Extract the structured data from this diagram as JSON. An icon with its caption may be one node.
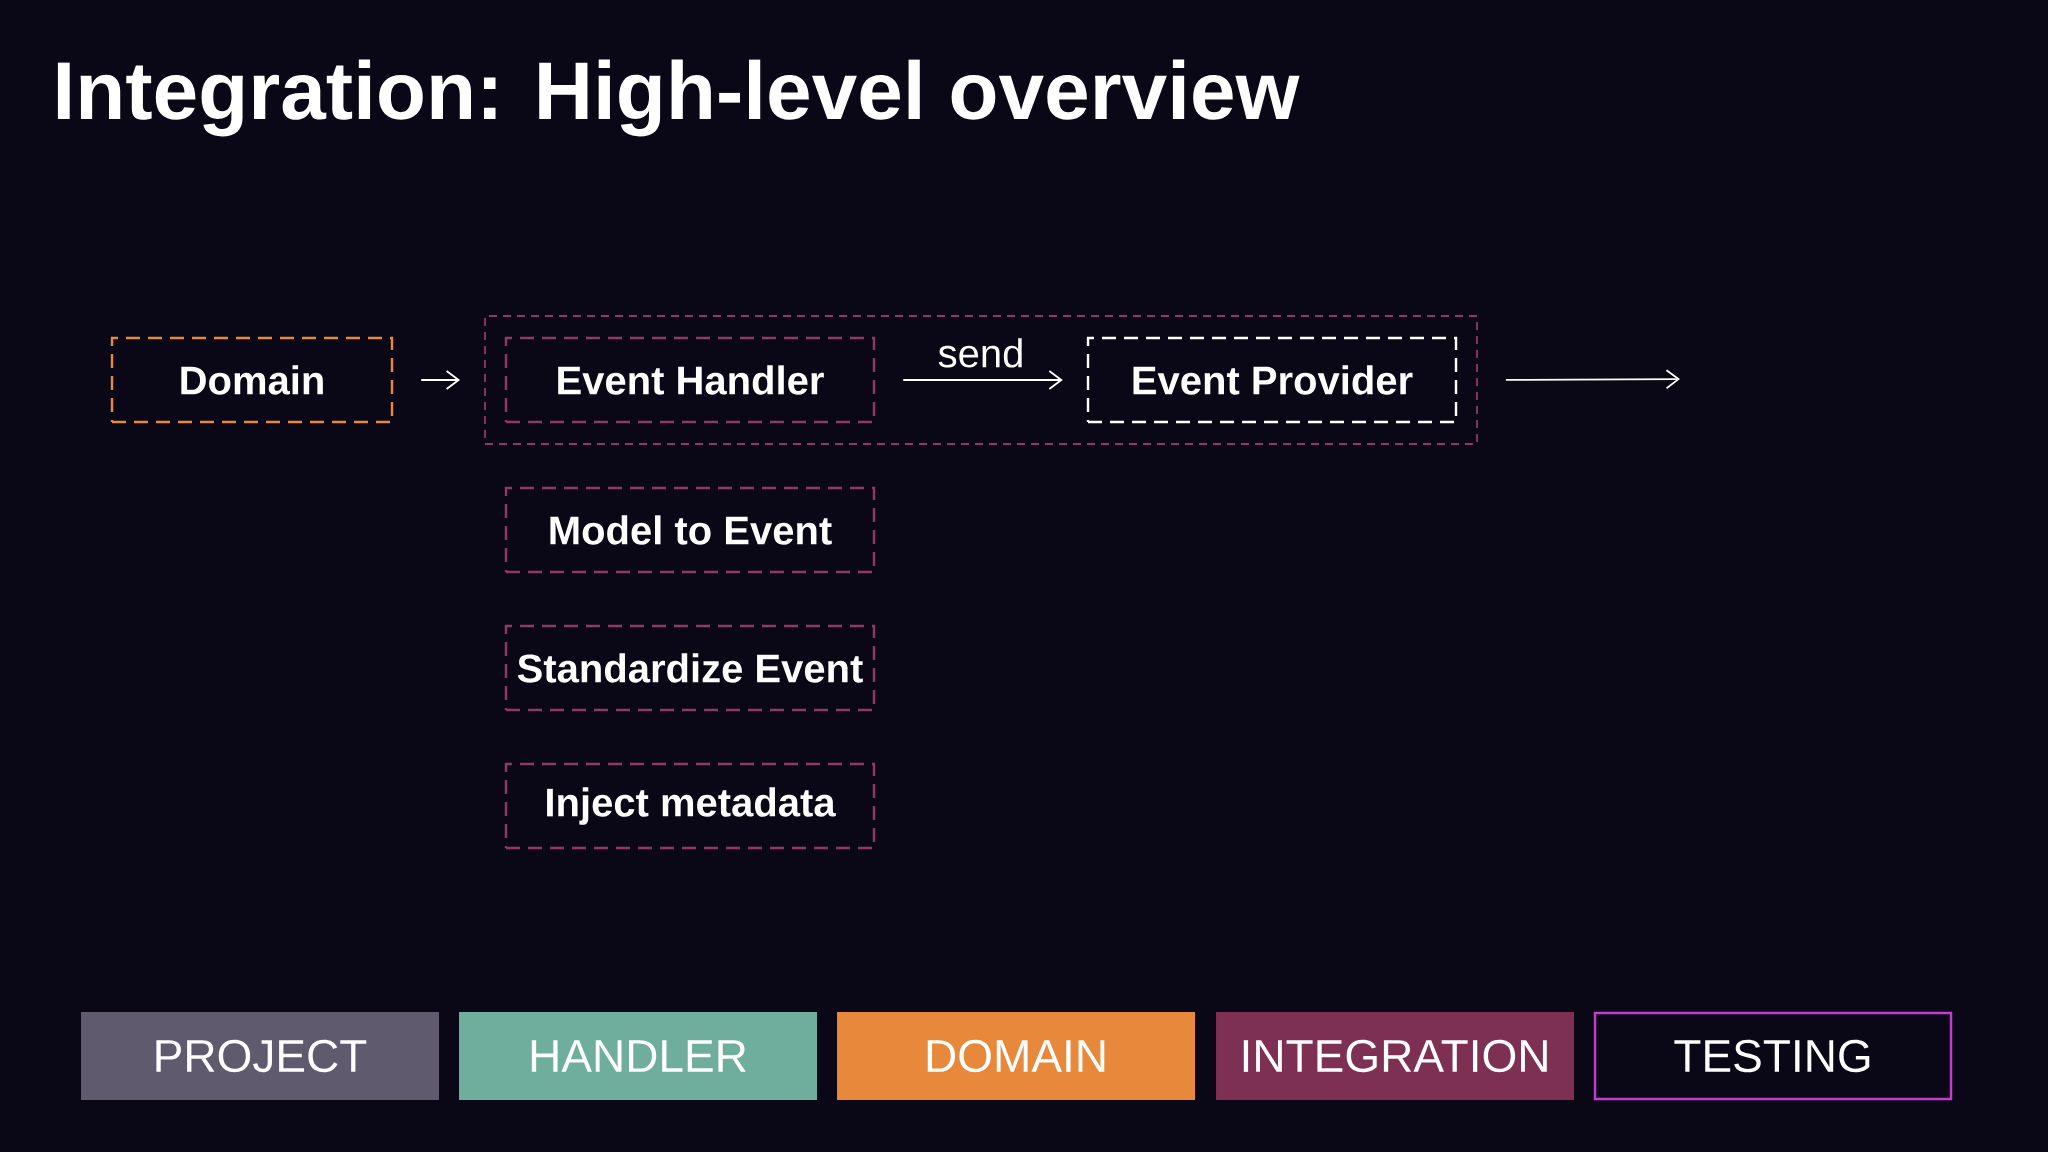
{
  "diagram": {
    "title": "Integration: High-level overview",
    "nodes": [
      {
        "text": [
          "Domain"
        ]
      },
      {
        "text": [],
        "shape": "box"
      },
      {
        "text": [
          "Event Handler"
        ],
        "in": 1
      },
      {
        "text": [
          "Event Provider"
        ],
        "in": 1
      },
      {
        "text": [
          "Model to Event"
        ]
      },
      {
        "text": [
          "Standardize Event"
        ]
      },
      {
        "text": [
          "Inject metadata"
        ]
      },
      {
        "text": [
          "PROJECT"
        ]
      },
      {
        "text": [
          "HANDLER"
        ]
      },
      {
        "text": [
          "DOMAIN"
        ]
      },
      {
        "text": [
          "INTEGRATION"
        ]
      },
      {
        "text": [
          "TESTING"
        ]
      }
    ],
    "edges": [
      {
        "from": 0,
        "to": 1,
        "arrow": "to"
      },
      {
        "from": 2,
        "to": 3,
        "arrow": "to",
        "label": "send"
      },
      {
        "from": 1,
        "to": null,
        "arrow": "to"
      }
    ]
  }
}
